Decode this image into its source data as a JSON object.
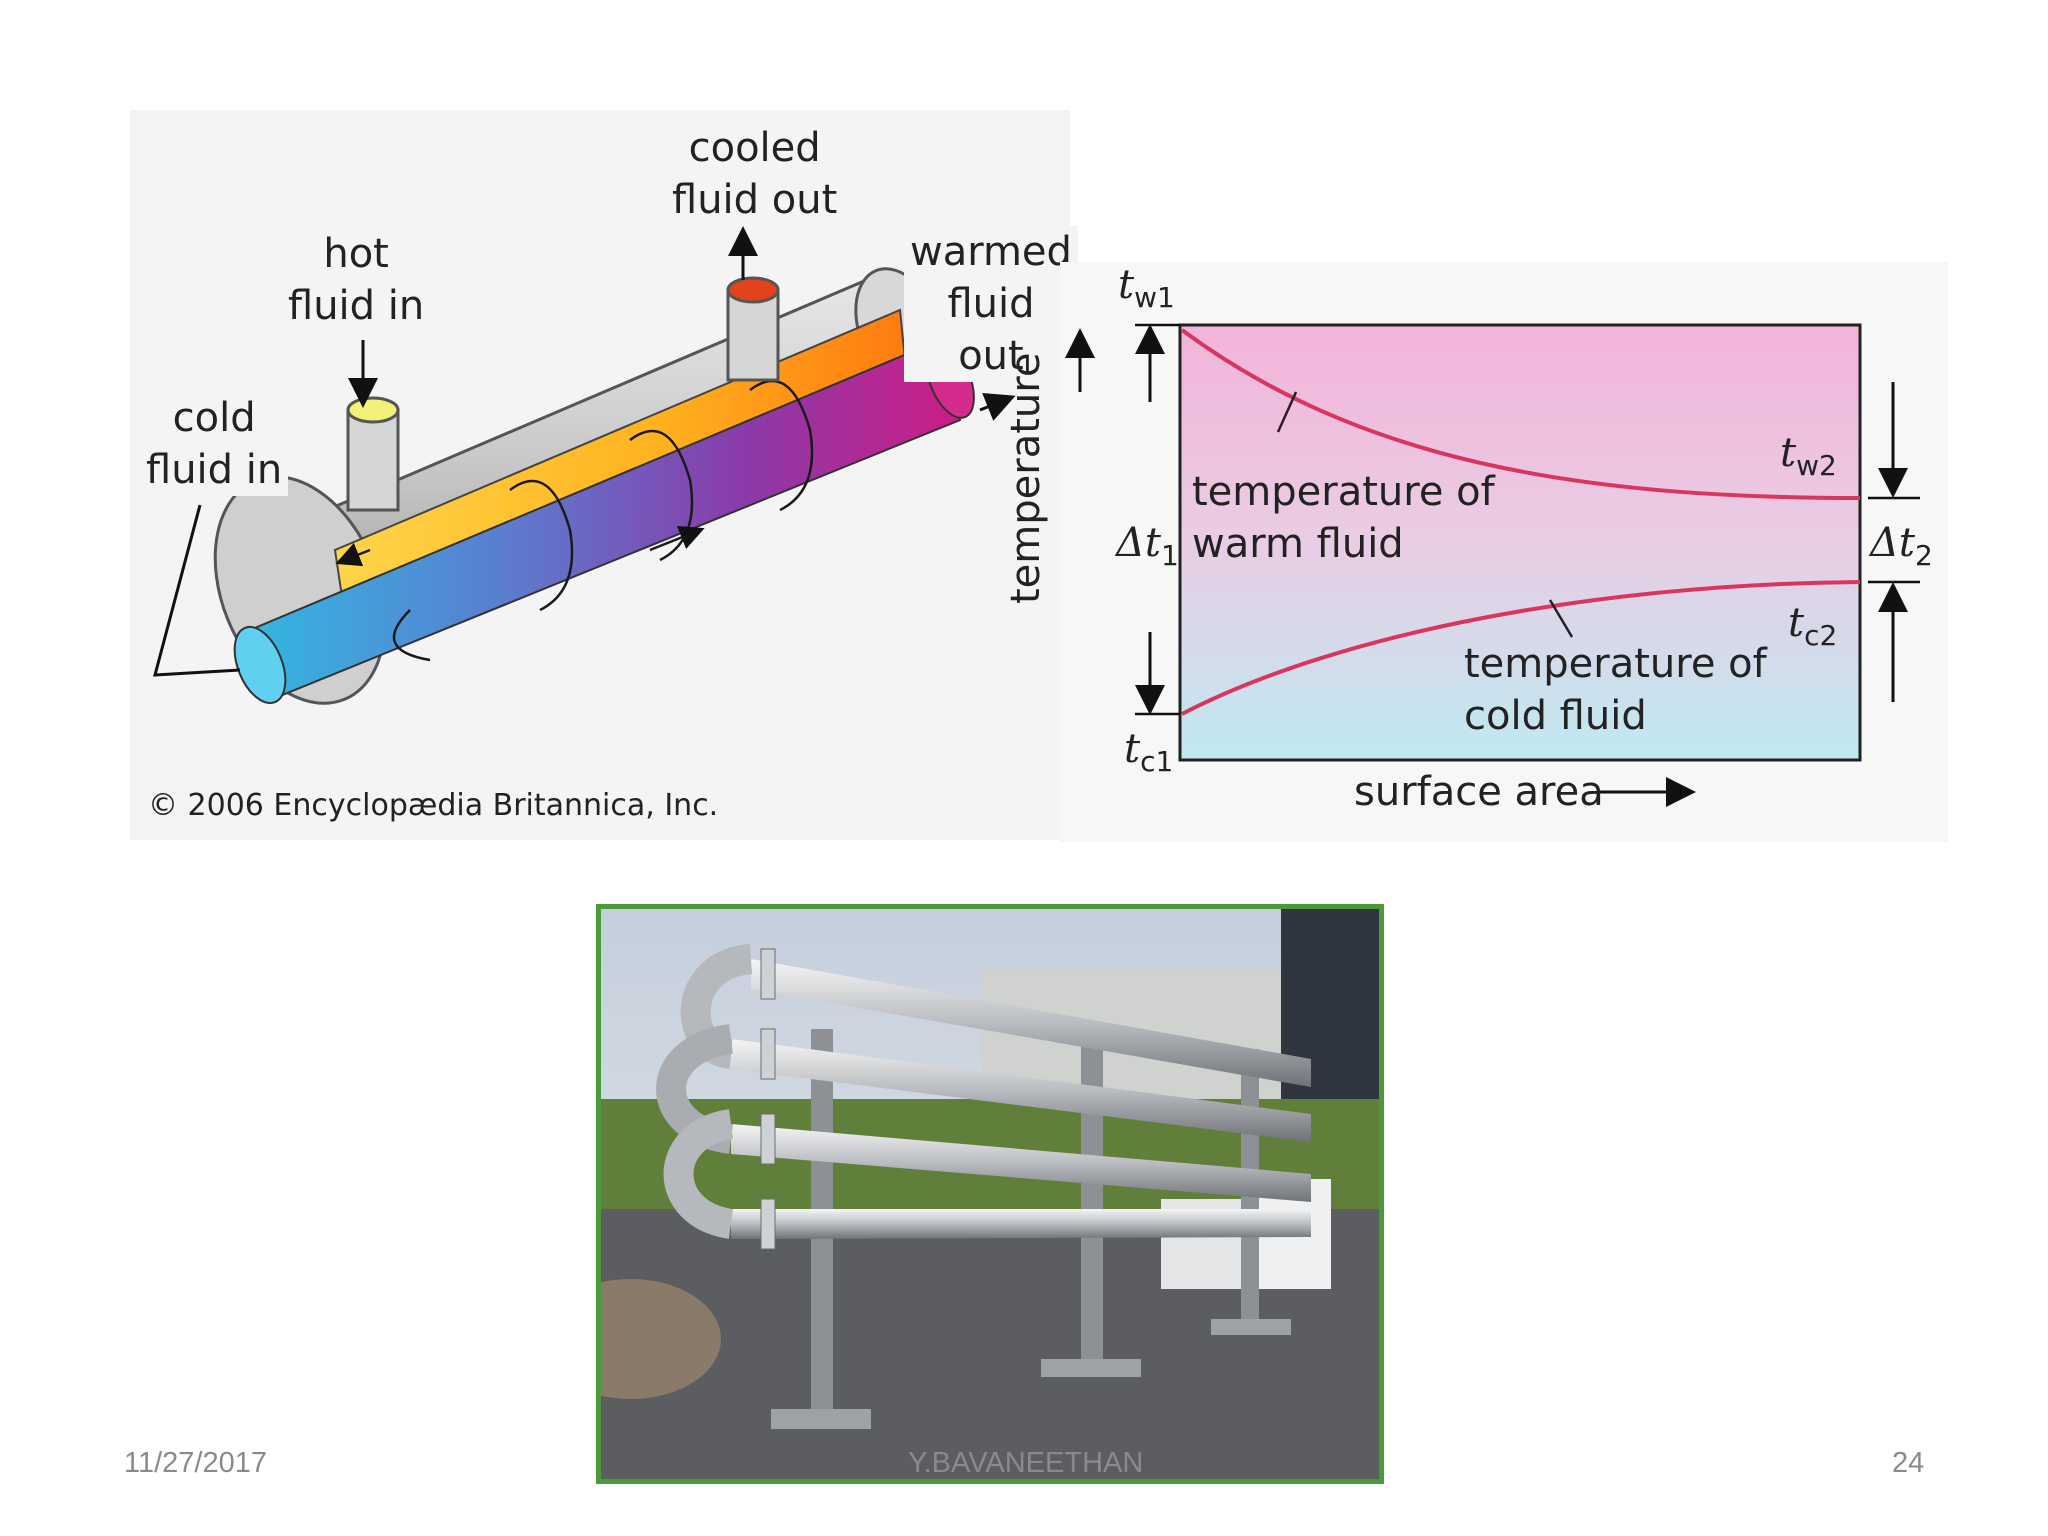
{
  "exchanger_diagram": {
    "labels": {
      "hot_in": [
        "hot",
        "fluid in"
      ],
      "cooled_out": [
        "cooled",
        "fluid out"
      ],
      "warmed_out": [
        "warmed",
        "fluid",
        "out"
      ],
      "cold_in": [
        "cold",
        "fluid in"
      ]
    },
    "copyright": "© 2006 Encyclopædia Britannica, Inc."
  },
  "temperature_chart": {
    "y_axis_label": "temperature",
    "x_axis_label": "surface area",
    "warm_curve_label": [
      "temperature of",
      "warm fluid"
    ],
    "cold_curve_label": [
      "temperature of",
      "cold fluid"
    ],
    "symbols": {
      "tw1": {
        "base": "t",
        "sub": "w1"
      },
      "tw2": {
        "base": "t",
        "sub": "w2"
      },
      "tc1": {
        "base": "t",
        "sub": "c1"
      },
      "tc2": {
        "base": "t",
        "sub": "c2"
      },
      "dt1": {
        "base": "Δt",
        "sub": "1"
      },
      "dt2": {
        "base": "Δt",
        "sub": "2"
      }
    }
  },
  "footer": {
    "date": "11/27/2017",
    "author": "Y.BAVANEETHAN",
    "page": "24"
  }
}
